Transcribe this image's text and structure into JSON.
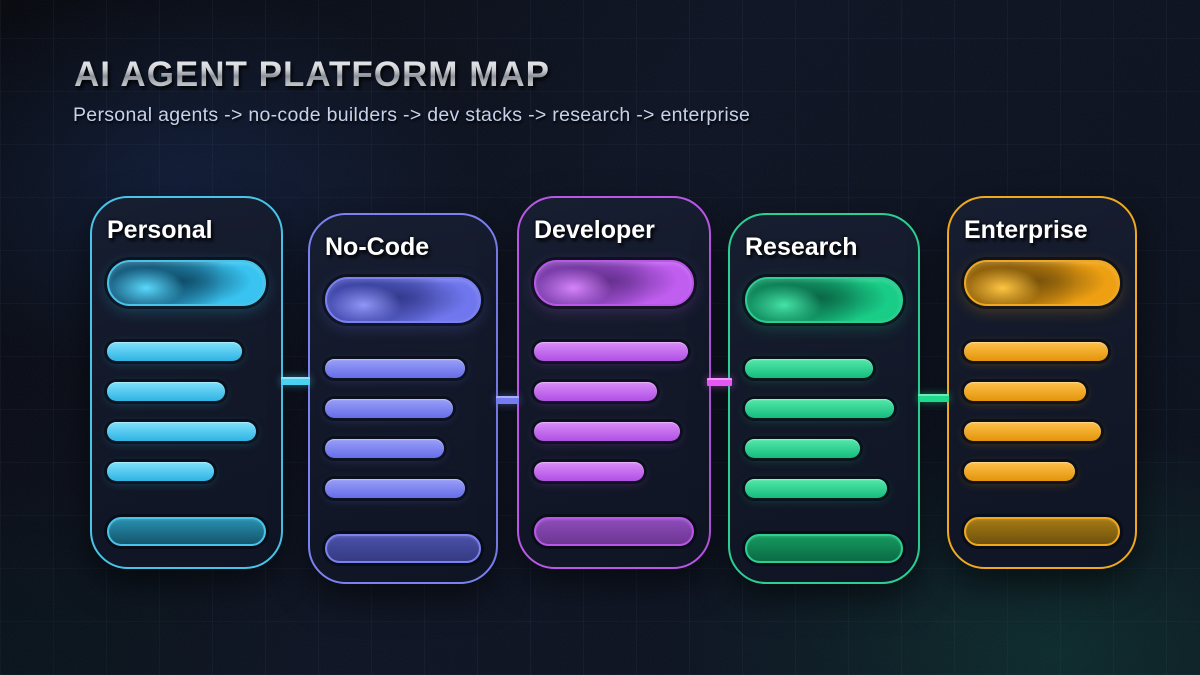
{
  "header": {
    "title": "AI AGENT PLATFORM MAP",
    "subtitle": "Personal agents -> no-code builders -> dev stacks -> research -> enterprise"
  },
  "columns": [
    {
      "label": "Personal",
      "bar_widths_pct": [
        85,
        74,
        94,
        67
      ],
      "colors": {
        "accent": "#3ec9f5",
        "border": "#49c4e8",
        "header_from": "#1a6285",
        "header_to": "#38c3f0",
        "header_blob": "#5ad8fb",
        "header_shade": "#0f4d6b",
        "bar_light": "#7fe0fb",
        "bar_main": "#2fb4e4",
        "footer_top": "#2790ae",
        "footer_bottom": "#15556d"
      }
    },
    {
      "label": "No-Code",
      "bar_widths_pct": [
        90,
        82,
        76,
        90
      ],
      "colors": {
        "accent": "#6f76ec",
        "border": "#7b81f0",
        "header_from": "#434aae",
        "header_to": "#7077ee",
        "header_blob": "#9096f7",
        "header_shade": "#333a8d",
        "bar_light": "#99a0f8",
        "bar_main": "#666de8",
        "footer_top": "#4a50a8",
        "footer_bottom": "#353b82"
      }
    },
    {
      "label": "Developer",
      "bar_widths_pct": [
        96,
        77,
        91,
        69
      ],
      "colors": {
        "accent": "#bd5cea",
        "border": "#bb57e8",
        "header_from": "#7d3fae",
        "header_to": "#c05ef0",
        "header_blob": "#d584fa",
        "header_shade": "#66308f",
        "bar_light": "#d98cf7",
        "bar_main": "#b050e5",
        "footer_top": "#8e4cba",
        "footer_bottom": "#6d3693"
      }
    },
    {
      "label": "Research",
      "bar_widths_pct": [
        81,
        94,
        73,
        90
      ],
      "colors": {
        "accent": "#1bcf88",
        "border": "#2bd090",
        "header_from": "#0f8a5d",
        "header_to": "#19cd87",
        "header_blob": "#45e3a6",
        "header_shade": "#0a6747",
        "bar_light": "#55e8ab",
        "bar_main": "#14bd7c",
        "footer_top": "#14995f",
        "footer_bottom": "#0b6b45"
      }
    },
    {
      "label": "Enterprise",
      "bar_widths_pct": [
        92,
        78,
        88,
        71
      ],
      "colors": {
        "accent": "#efa213",
        "border": "#f0a91e",
        "header_from": "#96650c",
        "header_to": "#eea012",
        "header_blob": "#ffc542",
        "header_shade": "#7a530a",
        "bar_light": "#ffc14a",
        "bar_main": "#e3940c",
        "footer_top": "#a57a14",
        "footer_bottom": "#6f520d"
      }
    }
  ],
  "connectors": [
    {
      "from": "Personal",
      "to": "No-Code",
      "color": "#49d2f2"
    },
    {
      "from": "No-Code",
      "to": "Developer",
      "color": "#767df0"
    },
    {
      "from": "Developer",
      "to": "Research",
      "color": "#e557f2"
    },
    {
      "from": "Research",
      "to": "Enterprise",
      "color": "#1fd98d"
    }
  ]
}
